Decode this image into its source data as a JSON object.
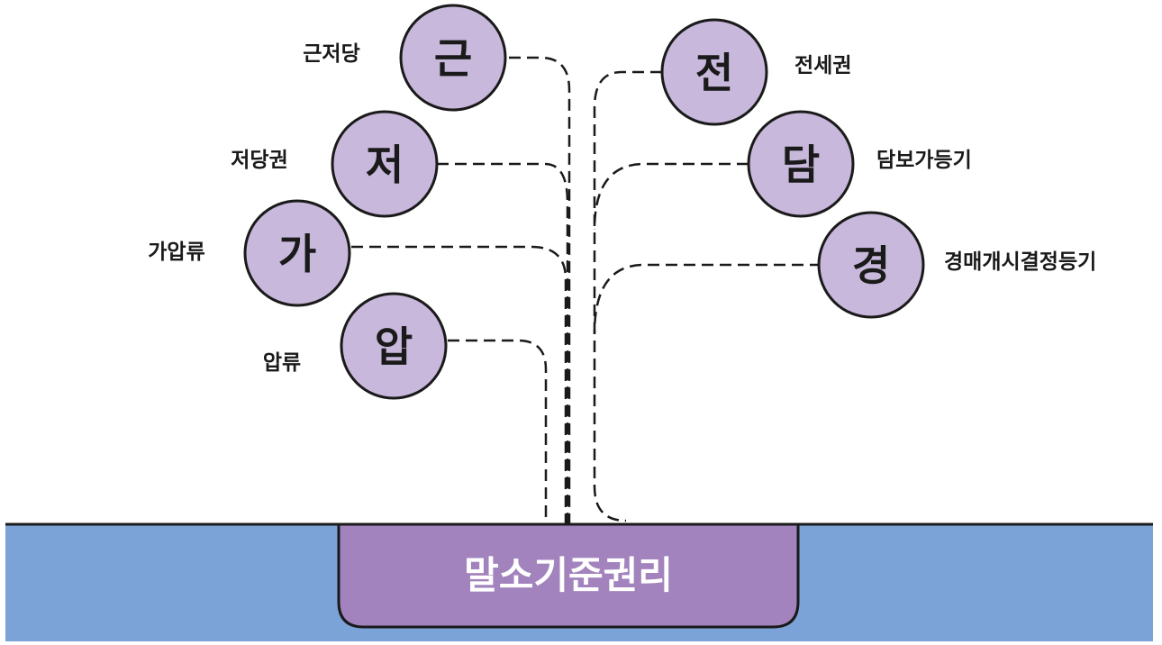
{
  "colors": {
    "node_fill": "#c8b8dc",
    "stroke": "#1a1a1a",
    "ground": "#7ca3d8",
    "root_box": "#a283bd",
    "background": "#ffffff"
  },
  "diagram": {
    "root": {
      "label": "말소기준권리"
    },
    "left_branches": [
      {
        "node": "근",
        "label": "근저당"
      },
      {
        "node": "저",
        "label": "저당권"
      },
      {
        "node": "가",
        "label": "가압류"
      },
      {
        "node": "압",
        "label": "압류"
      }
    ],
    "right_branches": [
      {
        "node": "전",
        "label": "전세권"
      },
      {
        "node": "담",
        "label": "담보가등기"
      },
      {
        "node": "경",
        "label": "경매개시결정등기"
      }
    ]
  }
}
